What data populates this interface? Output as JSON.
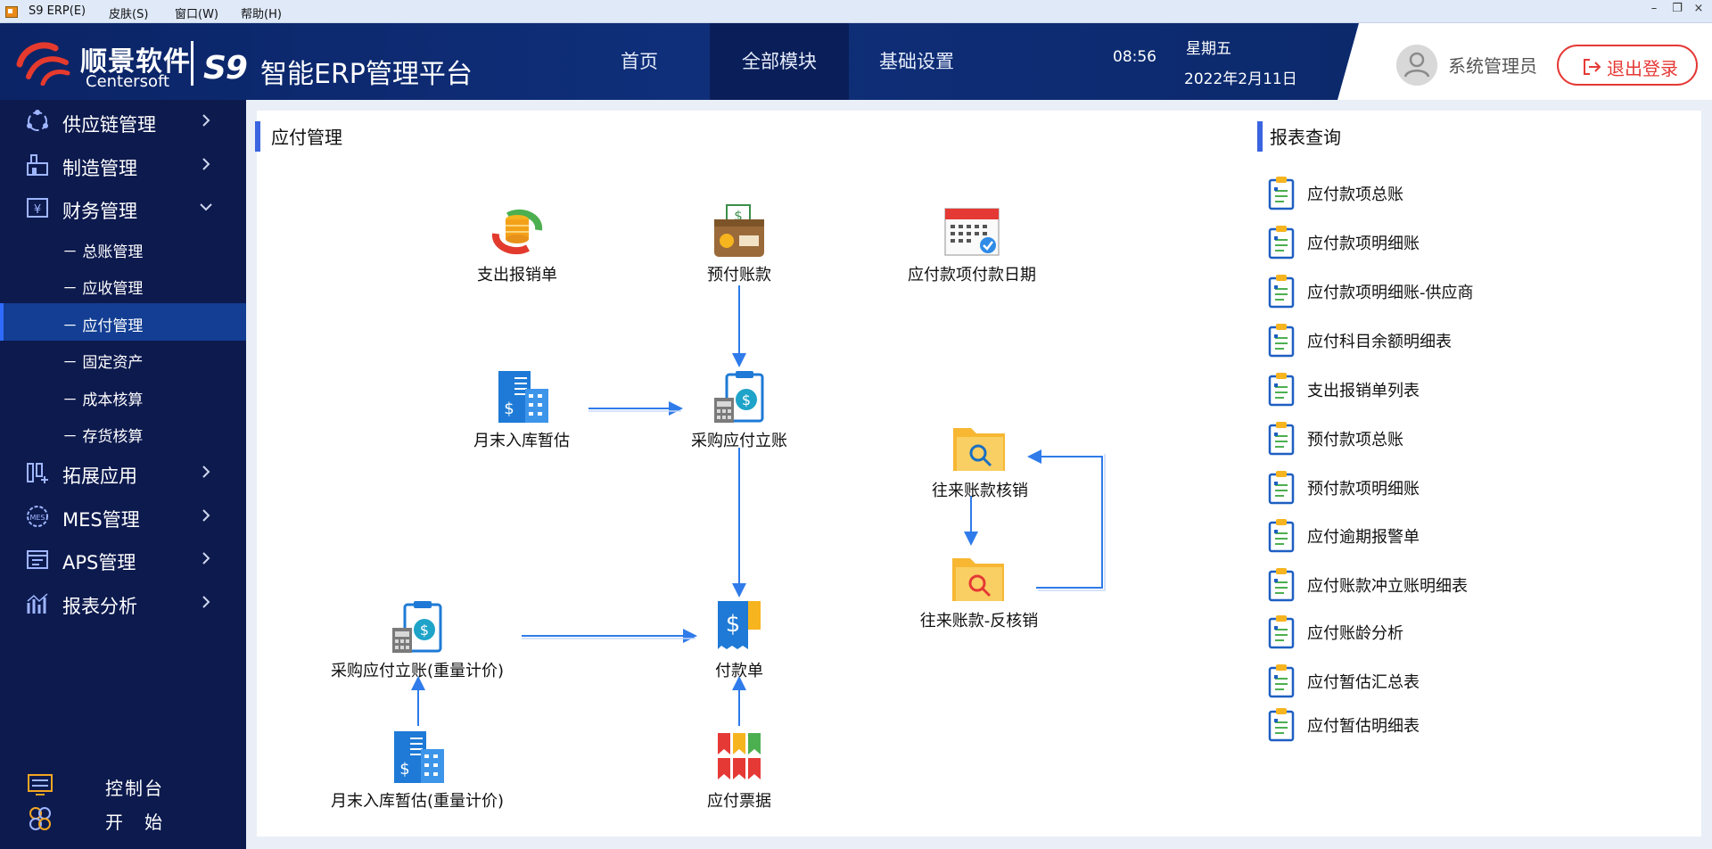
{
  "window": {
    "title": "S9 ERP(E)",
    "menus": [
      "皮肤(S)",
      "窗口(W)",
      "帮助(H)"
    ]
  },
  "header": {
    "brand_cn": "顺景软件",
    "brand_en": "Centersoft",
    "s9": "S9",
    "platform": "智能ERP管理平台",
    "nav": [
      "首页",
      "全部模块",
      "基础设置"
    ],
    "active_nav": "全部模块",
    "time": "08:56",
    "weekday": "星期五",
    "date": "2022年2月11日",
    "user": "系统管理员",
    "logout": "退出登录"
  },
  "sidebar": {
    "items": [
      {
        "label": "供应链管理",
        "icon": "supply-chain-icon",
        "expanded": false
      },
      {
        "label": "制造管理",
        "icon": "factory-icon",
        "expanded": false
      },
      {
        "label": "财务管理",
        "icon": "finance-icon",
        "expanded": true
      },
      {
        "label": "拓展应用",
        "icon": "extension-icon",
        "expanded": false
      },
      {
        "label": "MES管理",
        "icon": "mes-icon",
        "expanded": false
      },
      {
        "label": "APS管理",
        "icon": "aps-icon",
        "expanded": false
      },
      {
        "label": "报表分析",
        "icon": "report-analysis-icon",
        "expanded": false
      }
    ],
    "finance_sub": [
      "－ 总账管理",
      "－ 应收管理",
      "－ 应付管理",
      "－ 固定资产",
      "－ 成本核算",
      "－ 存货核算"
    ],
    "active_sub": "－ 应付管理",
    "footer": [
      {
        "label": "控制台",
        "icon": "console-icon"
      },
      {
        "label": "开　始",
        "icon": "start-icon"
      }
    ]
  },
  "main": {
    "section_title": "应付管理",
    "flow_nodes": {
      "expense_reimburse": "支出报销单",
      "prepayment": "预付账款",
      "payable_due_date": "应付款项付款日期",
      "month_end_estimate": "月末入库暂估",
      "purchase_payable": "采购应付立账",
      "ar_ap_writeoff": "往来账款核销",
      "ar_ap_reverse": "往来账款-反核销",
      "purchase_payable_weight": "采购应付立账(重量计价)",
      "payment_slip": "付款单",
      "month_end_estimate_weight": "月末入库暂估(重量计价)",
      "payable_notes": "应付票据"
    },
    "report_title": "报表查询",
    "reports": [
      "应付款项总账",
      "应付款项明细账",
      "应付款项明细账-供应商",
      "应付科目余额明细表",
      "支出报销单列表",
      "预付款项总账",
      "预付款项明细账",
      "应付逾期报警单",
      "应付账款冲立账明细表",
      "应付账龄分析",
      "应付暂估汇总表",
      "应付暂估明细表"
    ]
  },
  "colors": {
    "header": "#0f2d73",
    "sidebar": "#0d1a4e",
    "active_sub": "#133e93",
    "accent": "#3a64e0",
    "logout": "#e53935",
    "arrow": "#2f7bea"
  }
}
